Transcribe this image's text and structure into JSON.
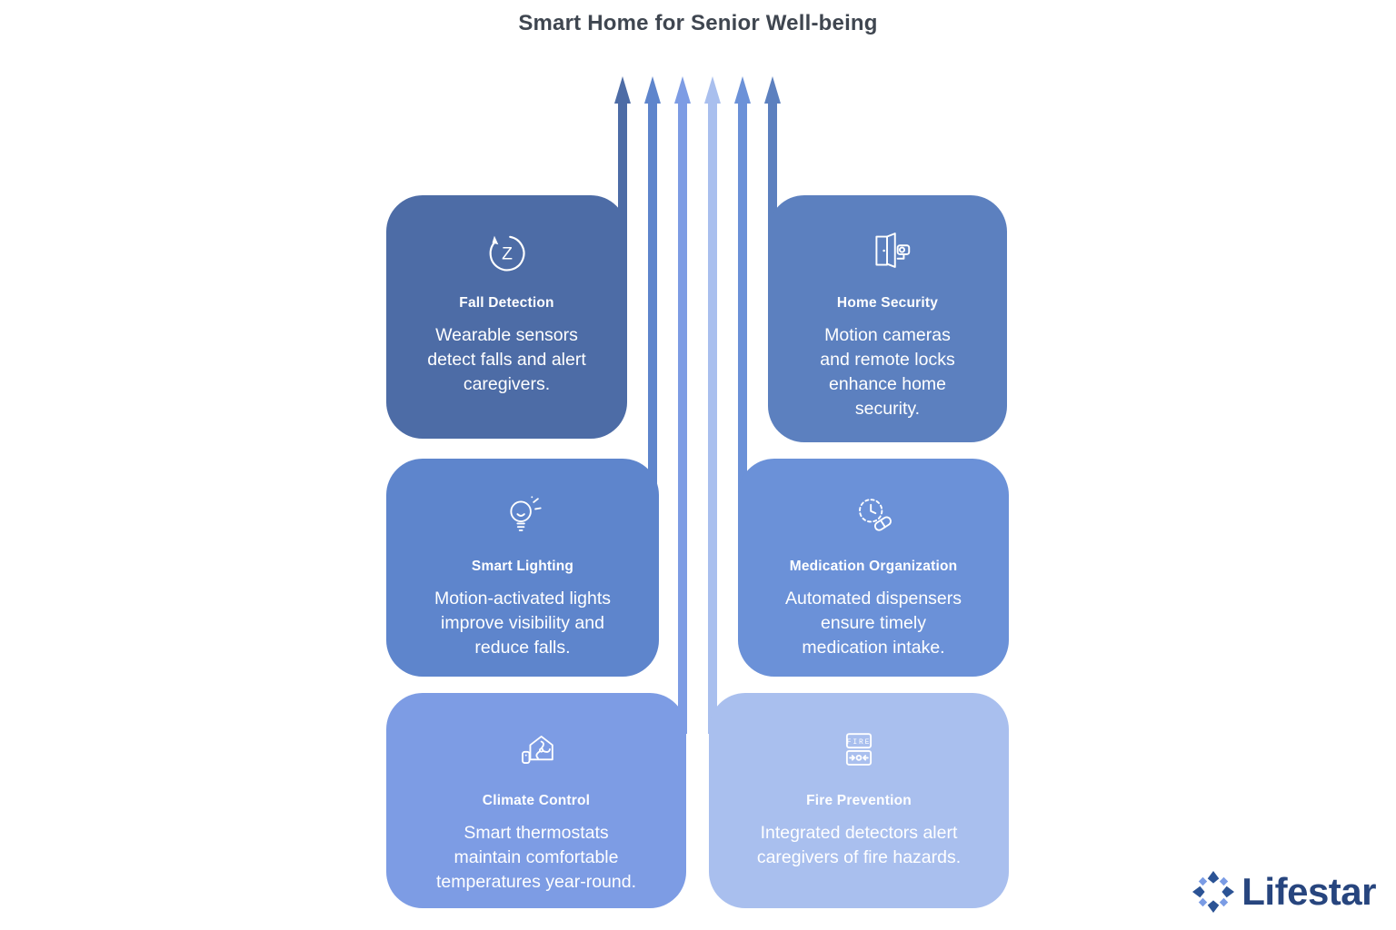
{
  "title": "Smart Home for Senior Well-being",
  "brand": {
    "name": "Lifestar"
  },
  "colors": {
    "title_text": "#3f4650",
    "card_text": "#ffffff",
    "brand_text": "#27457e",
    "brand_icon_dark": "#2b5395",
    "brand_icon_light": "#7b9ce5"
  },
  "cards": [
    {
      "title": "Fall Detection",
      "description": "Wearable sensors detect falls and alert caregivers.",
      "icon": "fall-detection-icon",
      "color": "#4d6ca6"
    },
    {
      "title": "Home Security",
      "description": "Motion cameras and remote locks enhance home security.",
      "icon": "door-camera-icon",
      "color": "#5c80bf"
    },
    {
      "title": "Smart Lighting",
      "description": "Motion-activated lights improve visibility and reduce falls.",
      "icon": "lightbulb-icon",
      "color": "#5e85cc"
    },
    {
      "title": "Medication Organization",
      "description": "Automated dispensers ensure timely medication intake.",
      "icon": "clock-pill-icon",
      "color": "#6b91d8"
    },
    {
      "title": "Climate Control",
      "description": "Smart thermostats maintain comfortable temperatures year-round.",
      "icon": "house-fan-icon",
      "color": "#7d9ce4"
    },
    {
      "title": "Fire Prevention",
      "description": "Integrated detectors alert caregivers of fire hazards.",
      "icon": "fire-alarm-icon",
      "color": "#a9bfee"
    }
  ]
}
